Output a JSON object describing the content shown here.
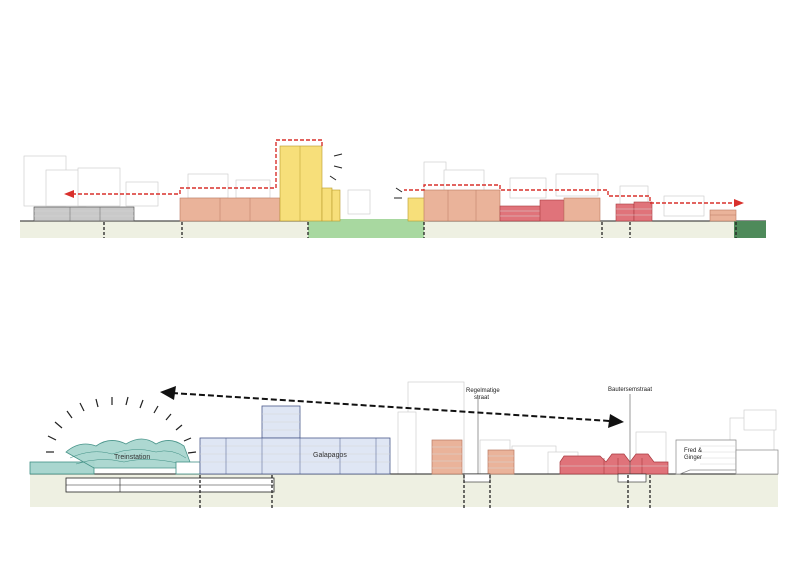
{
  "labels": {
    "trainstation": "Treinstation",
    "galapagos": "Galapagos",
    "regular_street_line1": "Regelmatige",
    "regular_street_line2": "straat",
    "bautersem_street": "Bautersemstraat",
    "fred_ginger_line1": "Fred &",
    "fred_ginger_line2": "Ginger"
  },
  "colors": {
    "ground": "#eef0e2",
    "green_space": "#a8d8a0",
    "dark_green": "#4e8a5a",
    "salmon": "#eab39a",
    "salmon_stroke": "#b97a62",
    "yellow": "#f7df7a",
    "yellow_stroke": "#b79a2a",
    "red": "#e0737a",
    "red_stroke": "#a83a40",
    "grey_block": "#c9c9c9",
    "station_teal": "#a9d6cf",
    "station_dark": "#3f8f84",
    "galapagos_blue": "#dfe6f4",
    "galapagos_stroke": "#4a5a8a",
    "skyline_line": "#d9302c"
  }
}
